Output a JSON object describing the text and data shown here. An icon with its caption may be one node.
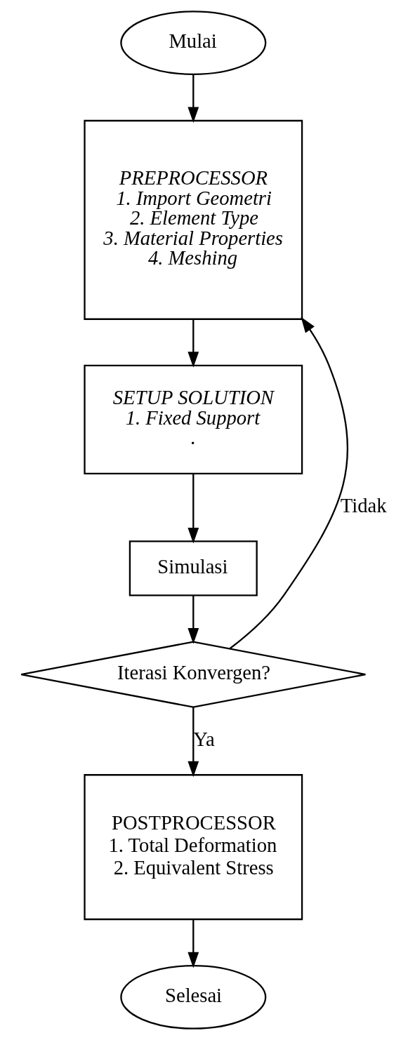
{
  "diagram": {
    "nodes": [
      {
        "text": [
          "Mulai"
        ]
      },
      {
        "text": [
          "PREPROCESSOR",
          "1. Import Geometri",
          "2. Element Type",
          "3. Material Properties",
          "4. Meshing"
        ]
      },
      {
        "text": [
          "SETUP SOLUTION",
          "1. Fixed Support",
          "."
        ]
      },
      {
        "text": [
          "Simulasi"
        ]
      },
      {
        "text": [
          "Iterasi Konvergen?"
        ]
      },
      {
        "text": [
          "POSTPROCESSOR",
          "1. Total Deformation",
          "2. Equivalent Stress"
        ]
      },
      {
        "text": [
          "Selesai"
        ]
      }
    ],
    "edges": [
      {
        "from": 0,
        "to": 1,
        "arrow": "to"
      },
      {
        "from": 1,
        "to": 2,
        "arrow": "to"
      },
      {
        "from": 2,
        "to": 3,
        "arrow": "to"
      },
      {
        "from": 3,
        "to": 4,
        "arrow": "to"
      },
      {
        "from": 4,
        "to": 1,
        "arrow": "to",
        "label": "Tidak"
      },
      {
        "from": 4,
        "to": 5,
        "arrow": "to",
        "label": "Ya"
      },
      {
        "from": 5,
        "to": 6,
        "arrow": "to"
      }
    ]
  }
}
